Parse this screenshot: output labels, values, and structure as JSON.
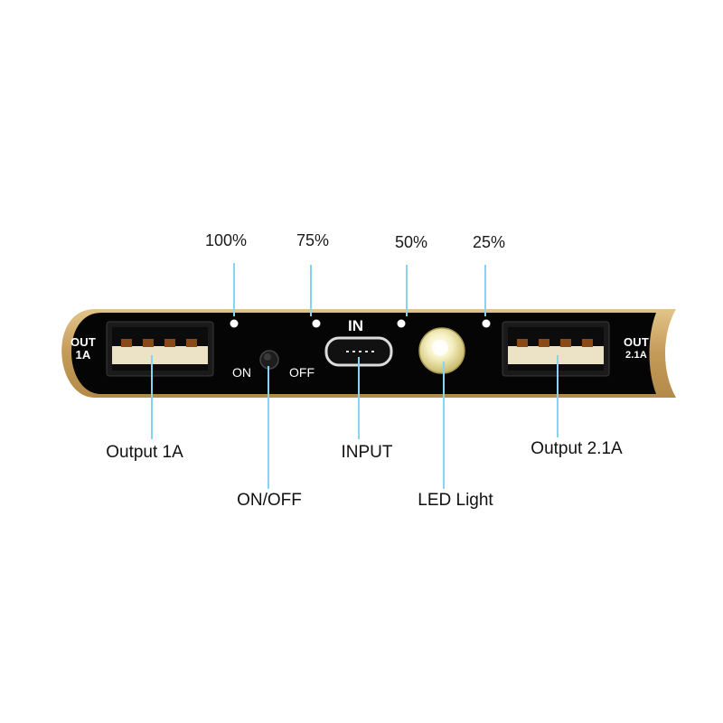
{
  "indicators": [
    {
      "label": "100%"
    },
    {
      "label": "75%"
    },
    {
      "label": "50%"
    },
    {
      "label": "25%"
    }
  ],
  "panel": {
    "left_port": {
      "line1": "OUT",
      "line2": "1A"
    },
    "right_port": {
      "line1": "OUT",
      "line2": "2.1A"
    },
    "switch": {
      "on": "ON",
      "off": "OFF"
    },
    "input": "IN"
  },
  "callouts": {
    "output_1a": "Output 1A",
    "on_off": "ON/OFF",
    "input": "INPUT",
    "led_light": "LED Light",
    "output_21a": "Output 2.1A"
  },
  "colors": {
    "shell": "#c9a56a",
    "panel": "#050505",
    "usb_port": "#e8dcc0",
    "usb_pins": "#6b3a12",
    "leader_line": "#7fd3ee",
    "led": "#f3ecb0"
  }
}
